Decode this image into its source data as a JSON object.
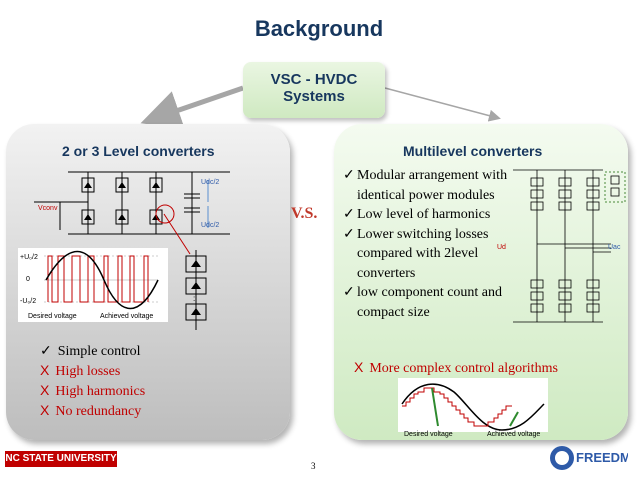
{
  "title": "Background",
  "vsc_box": {
    "line1": "VSC - HVDC",
    "line2": "Systems"
  },
  "left_panel": {
    "title": "2 or 3 Level converters",
    "circuit_labels": {
      "vconv": "Vconv",
      "udc_top": "Udc/2",
      "udc_bottom": "Udc/2"
    },
    "waveform": {
      "y_labels": [
        "+U₀/2",
        "0",
        "-U₀/2"
      ],
      "desired_label": "Desired voltage",
      "achieved_label": "Achieved voltage"
    },
    "checks": [
      "Simple control"
    ],
    "cons": [
      "High losses",
      "High harmonics",
      "No redundancy"
    ]
  },
  "vs_label": "V.S.",
  "right_panel": {
    "title": "Multilevel converters",
    "checks": [
      "Modular arrangement with identical power modules",
      "Low level of harmonics",
      "Lower switching losses compared with 2level converters",
      "low component count and compact size"
    ],
    "con": "More complex control algorithms",
    "circuit_labels": {
      "ud": "Ud",
      "uac": "Uac"
    },
    "waveform": {
      "desired_label": "Desired voltage",
      "achieved_label": "Achieved voltage"
    }
  },
  "footer": {
    "university": "NC STATE UNIVERSITY",
    "page": "3",
    "logo_text": "FREEDM"
  },
  "colors": {
    "title": "#17375e",
    "red": "#c00000",
    "green_panel": "#cfeac2",
    "grey_panel": "#bdbdbd"
  }
}
